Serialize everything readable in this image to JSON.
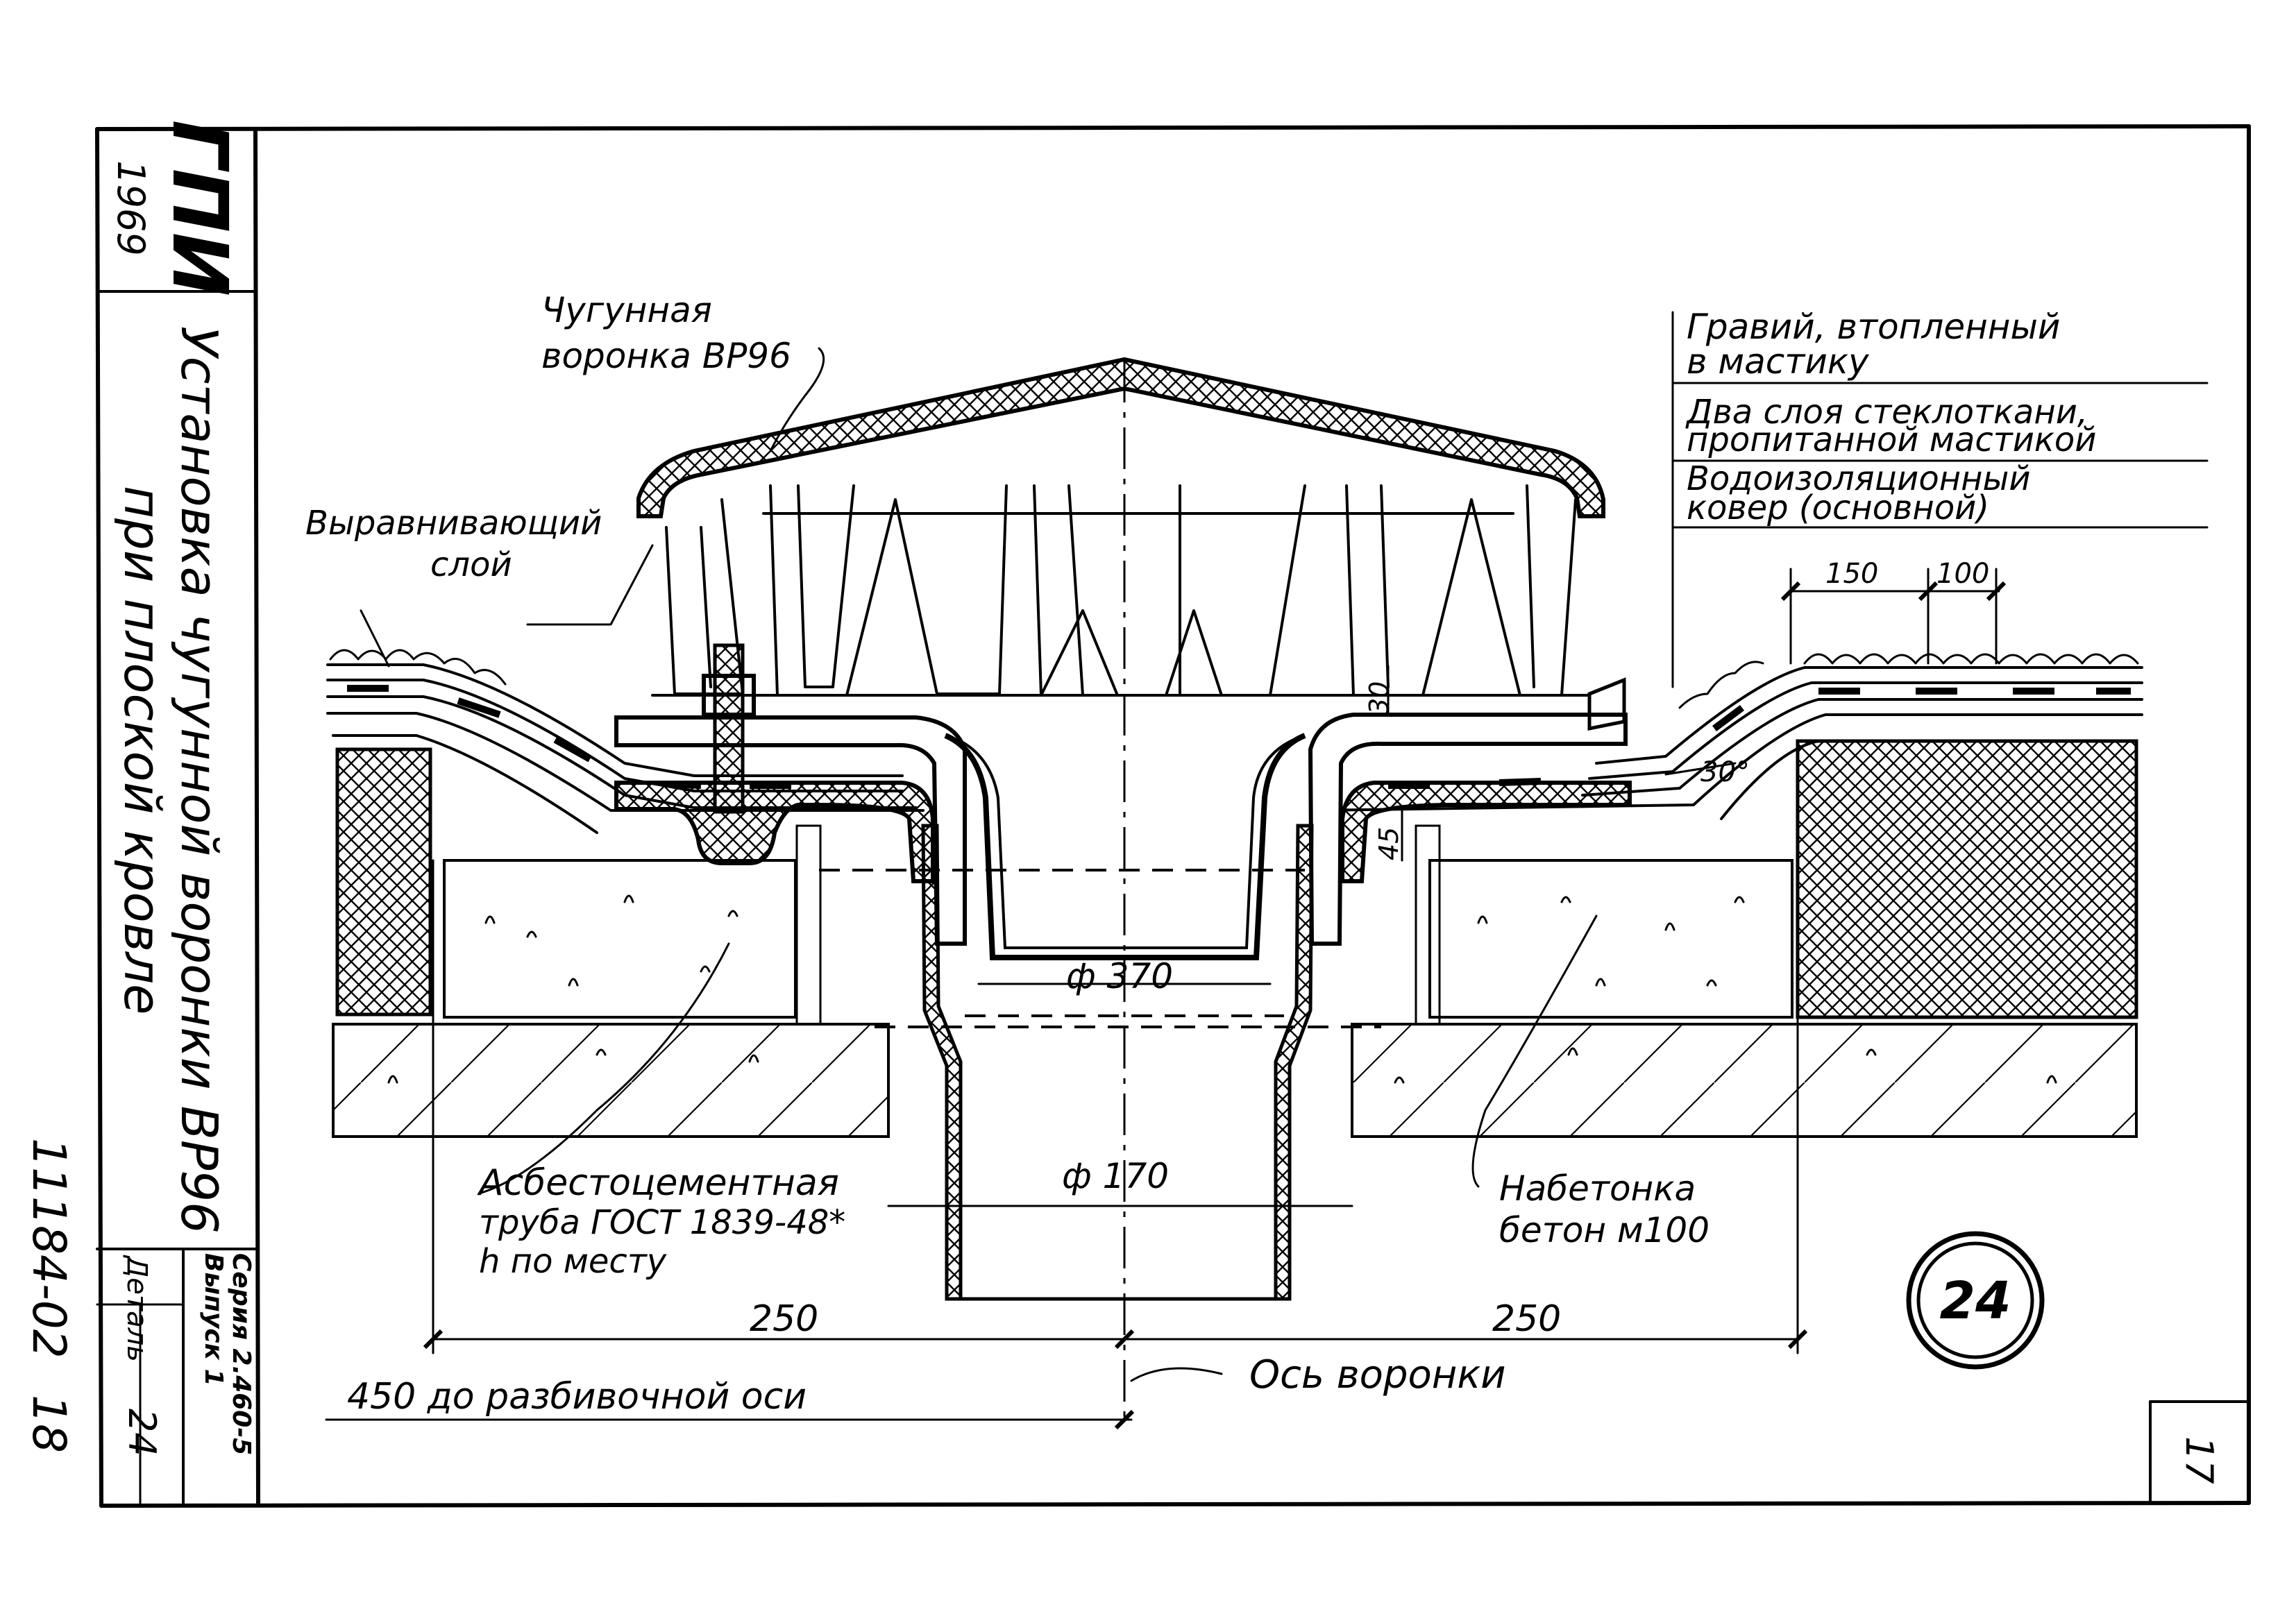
{
  "title_block": {
    "org_mark": "ГПИ",
    "year": "1969",
    "title_line1": "Установка чугунной воронки ВР96",
    "title_line2": "при плоской кровле",
    "sheet_code": "11184-02",
    "sheet_number": "18",
    "detail_label": "Деталь",
    "detail_number": "24",
    "series_line1": "Серия 2.460-5",
    "series_line2": "Выпуск 1"
  },
  "callouts": {
    "funnel_line1": "Чугунная",
    "funnel_line2": "воронка ВР96",
    "leveling_line1": "Выравнивающий",
    "leveling_line2": "слой",
    "gravel_line1": "Гравий, втопленный",
    "gravel_line2": "в мастику",
    "fiberglass_line1": "Два слоя стеклоткани,",
    "fiberglass_line2": "пропитанной мастикой",
    "carpet_line1": "Водоизоляционный",
    "carpet_line2": "ковер (основной)",
    "pipe_line1": "Асбестоцементная",
    "pipe_line2": "труба ГОСТ 1839-48*",
    "pipe_line3": "h по месту",
    "concrete_line1": "Набетонка",
    "concrete_line2": "бетон м100",
    "axis_label": "Ось воронки"
  },
  "dimensions": {
    "d150": "150",
    "d100": "100",
    "d30": "30",
    "d45": "45",
    "angle": "30°",
    "dia370": "ф 370",
    "dia170": "ф 170",
    "left250": "250",
    "right250": "250",
    "to_axis": "450 до разбивочной оси"
  },
  "detail_marker": "24",
  "page_number": "17"
}
